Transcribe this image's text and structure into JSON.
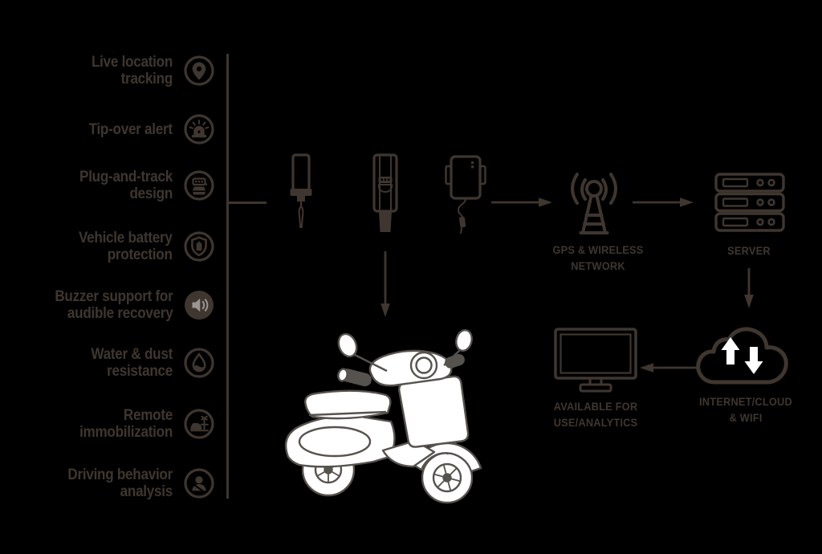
{
  "colors": {
    "background": "#000000",
    "ink": "#3f362f",
    "scooter_stroke": "#56524e",
    "cloud_arrows": "#ffffff",
    "speaker_glyph": "#9b9691"
  },
  "features": [
    {
      "label": "Live location tracking",
      "icon": "location-pin-icon"
    },
    {
      "label": "Tip-over alert",
      "icon": "siren-icon"
    },
    {
      "label": "Plug-and-track design",
      "icon": "obd-plug-icon"
    },
    {
      "label": "Vehicle battery\nprotection",
      "icon": "shield-battery-icon"
    },
    {
      "label": "Buzzer support for\naudible recovery",
      "icon": "buzzer-speaker-icon"
    },
    {
      "label": "Water & dust resistance",
      "icon": "water-drop-icon"
    },
    {
      "label": "Remote immobilization",
      "icon": "car-remote-icon"
    },
    {
      "label": "Driving behavior analysis",
      "icon": "driver-person-icon"
    }
  ],
  "flow": {
    "gps_network_label": "GPS & WIRELESS\nNETWORK",
    "server_label": "SERVER",
    "cloud_label": "INTERNET/CLOUD\n& WIFI",
    "analytics_label": "AVAILABLE FOR\nUSE/ANALYTICS"
  }
}
